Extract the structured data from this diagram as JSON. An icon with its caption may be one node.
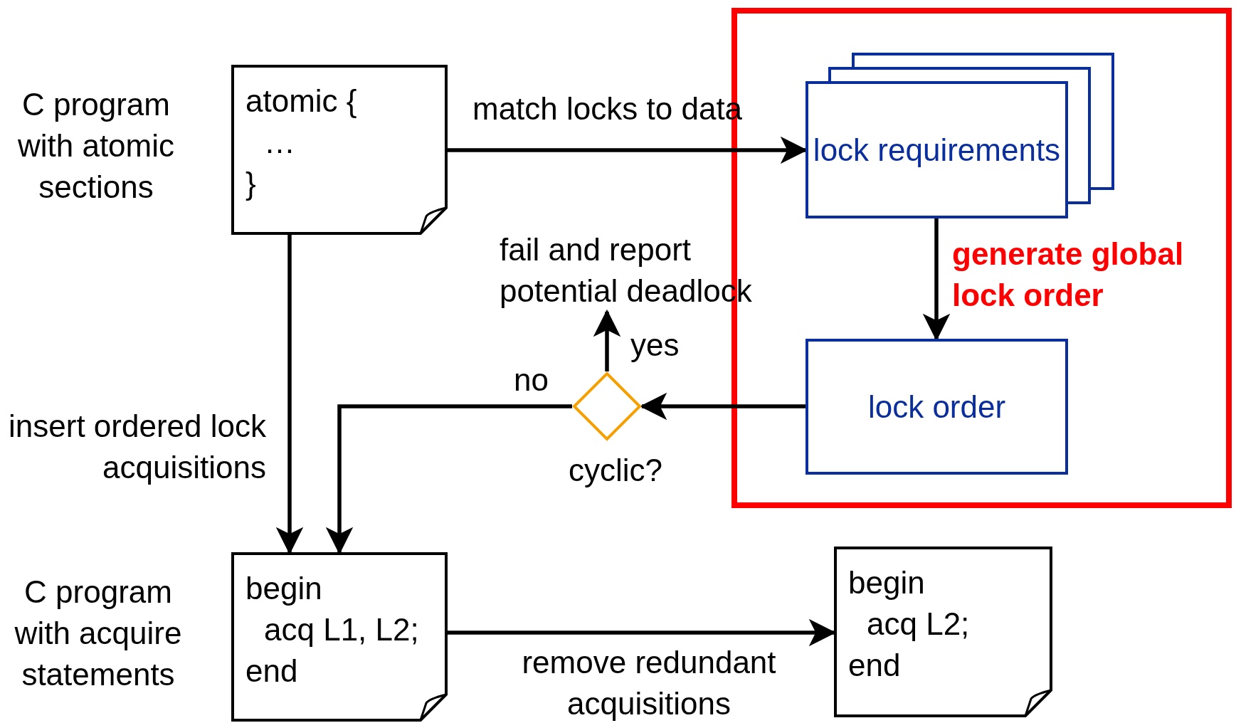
{
  "diagram": {
    "nodes": [
      {
        "text": [
          "atomic {",
          "…",
          "}"
        ],
        "beside": [
          "C program with atomic sections"
        ]
      },
      {
        "text": [],
        "shape": "box"
      },
      {
        "text": [
          "lock requirements"
        ],
        "in": 1
      },
      {
        "text": [
          "lock order"
        ],
        "in": 1
      },
      {
        "text": [
          "fail and report potential deadlock"
        ]
      },
      {
        "text": [],
        "shape": "diamond",
        "beside": [
          "cyclic?"
        ]
      },
      {
        "text": [
          "begin",
          "acq L1, L2;",
          "end"
        ],
        "beside": [
          "C program with acquire statements"
        ]
      },
      {
        "text": [
          "begin",
          "acq L2;",
          "end"
        ]
      }
    ],
    "edges": [
      {
        "from": 0,
        "to": 2,
        "arrow": "to",
        "label": "match locks to data"
      },
      {
        "from": 2,
        "to": 3,
        "arrow": "to",
        "label": "generate global lock order"
      },
      {
        "from": 3,
        "to": 5,
        "arrow": "to"
      },
      {
        "from": 5,
        "to": 4,
        "arrow": "to",
        "label": "yes"
      },
      {
        "from": 5,
        "to": 6,
        "arrow": "to",
        "label": "no"
      },
      {
        "from": 0,
        "to": 6,
        "arrow": "to",
        "label": "insert ordered lock acquisitions"
      },
      {
        "from": 6,
        "to": 7,
        "arrow": "to",
        "label": "remove redundant acquisitions"
      }
    ]
  }
}
